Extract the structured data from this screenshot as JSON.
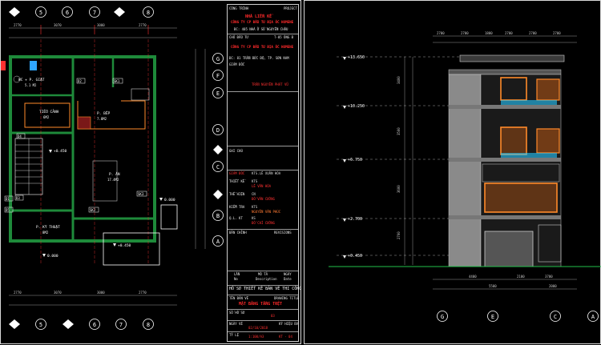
{
  "colors": {
    "background": "#000000",
    "wall": "#1e8a3a",
    "grid_line": "#ff3030",
    "dimension": "#c8c8c8",
    "text": "#ffffff",
    "title_red": "#ff2a2a",
    "orange": "#ff8a2a",
    "window_frame": "#ff8a2a",
    "cyan": "#27c8ff",
    "ground": "#22c04a"
  },
  "plan": {
    "grid_cols": [
      "5",
      "6",
      "7",
      "8"
    ],
    "grid_rows": [
      "G",
      "F",
      "E",
      "D",
      "C",
      "B",
      "A"
    ],
    "bottom_cols": [
      "5",
      "6",
      "7",
      "8"
    ],
    "dims_top": [
      "2770",
      "3070",
      "3000",
      "2770"
    ],
    "dims_bottom": [
      "2770",
      "3070",
      "3000",
      "2770"
    ],
    "rooms": {
      "wc": "WC + P. GIẶT",
      "wc_area": "5.1 M2",
      "kitchen": "P. BẾP",
      "kitchen_area": "7.8M2",
      "living": "P. ĂN",
      "living_area": "17.4M2",
      "garden": "TIỂU CẢNH",
      "garden_area": "6M2",
      "tech": "P. KỸ THUẬT",
      "tech_area": "8M2"
    },
    "levels": [
      "+0.450",
      "0.000",
      "+0.450",
      "0.000"
    ],
    "door_tags": [
      "D1",
      "D2",
      "D3",
      "D4",
      "D5",
      "SK1",
      "SK2",
      "SK3"
    ]
  },
  "title_block": {
    "header": "CÔNG TRÌNH",
    "header_right": "PROJECT",
    "project_title_1": "NHÀ LIỀN KỀ",
    "project_title_2": "CÔNG TY CP ĐẦU TƯ ĐỊA ỐC HOMENE",
    "address": "ĐC: 405 NHÀ Ở SỐ NGUYỄN CHÂU",
    "owner_label": "CHỦ ĐẦU TƯ",
    "owner_code": "T-05 ÔNG B",
    "owner": "CÔNG TY CP ĐẦU TƯ ĐỊA ỐC HOMENE",
    "owner_addr": "ĐC: 81 TRẦN ĐỨC ĐỘ, TP. SƠN NAM",
    "director_label": "GIÁM ĐỐC",
    "director_name": "TRẦN NGUYỄN PHÁT VŨ",
    "notes_label": "GHI CHÚ",
    "design_director": "GIÁM ĐỐC",
    "design_director_name": "KTS.LÊ XUÂN HÒA",
    "design_rows": [
      {
        "label": "THIẾT KẾ",
        "role": "KTS",
        "name": "LÊ VĂN HÒA"
      },
      {
        "label": "THỂ HIỆN",
        "role": "CN",
        "name": "ĐỖ VĂN CƯỜNG"
      },
      {
        "label": "KIỂM TRA",
        "role": "KTS",
        "name": "NGUYỄN VĂN PHÚC"
      },
      {
        "label": "Q.L. KT",
        "role": "KS",
        "name": "ĐỖ CHÍ CƯỜNG"
      }
    ],
    "revisions_label": "REVISIONS",
    "revisions_left": "BẢN CHỈNH",
    "rev_cols": [
      "LẦN",
      "MÔ TẢ",
      "NGÀY"
    ],
    "rev_sub": [
      "No",
      "Description",
      "Date"
    ],
    "stage": "HỒ SƠ THIẾT KẾ BẢN VẼ THI CÔNG",
    "drawing_label": "TÊN BẢN VẼ",
    "drawing_title_right": "DRAWING TITLE",
    "drawing_title": "MẶT BẰNG TẦNG TRỆT",
    "no_label": "SỐ HỒ SƠ",
    "no_value": "03",
    "date_label": "NGÀY VẼ",
    "date_value": "02/10/2018",
    "code_label": "KÝ HIỆU BV",
    "scale_label": "TỶ LỆ",
    "scale_value": "1:100/A3",
    "sheet_code": "KT - 04"
  },
  "elevation": {
    "levels": [
      "+13.650",
      "+10.250",
      "+6.750",
      "+2.700",
      "+0.450"
    ],
    "left_dims": [
      "3400",
      "3500",
      "3600",
      "2700"
    ],
    "dims_top": [
      "2700",
      "2700",
      "1800",
      "2700",
      "2700",
      "2700"
    ],
    "dims_bottom_1": [
      "4400",
      "2100",
      "3700"
    ],
    "dims_bottom_2": [
      "5500",
      "2000"
    ],
    "grid_bottom": [
      "G",
      "E",
      "C",
      "A"
    ]
  }
}
